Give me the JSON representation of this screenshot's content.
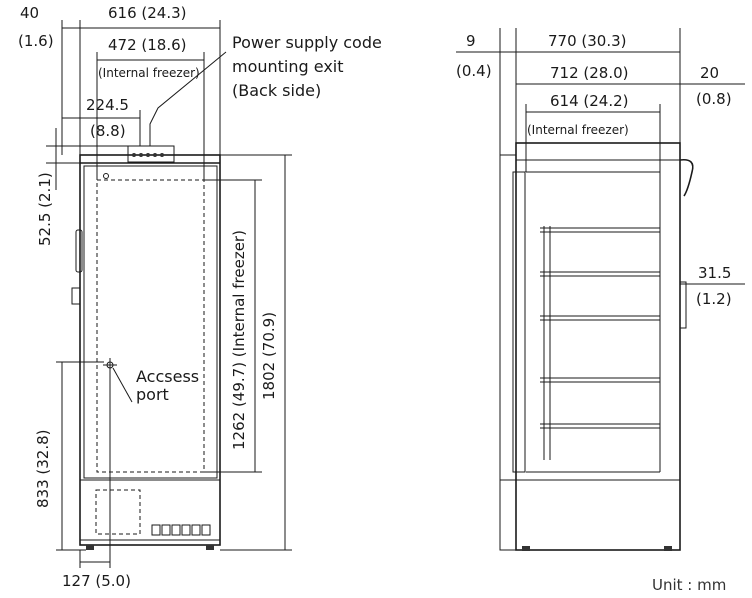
{
  "front_view": {
    "width_40": "40",
    "width_40_in": "(1.6)",
    "width_616": "616 (24.3)",
    "width_472": "472 (18.6)",
    "width_472_note": "(Internal freezer)",
    "width_224": "224.5",
    "width_224_in": "(8.8)",
    "height_52": "52.5 (2.1)",
    "height_1262": "1262 (49.7) (Internal freezer)",
    "height_1802": "1802 (70.9)",
    "height_833": "833 (32.8)",
    "bottom_127": "127 (5.0)"
  },
  "callouts": {
    "power_line1": "Power supply code",
    "power_line2": "mounting exit",
    "power_line3": "(Back side)",
    "access_line1": "Accsess",
    "access_line2": "port"
  },
  "side_view": {
    "depth_9": "9",
    "depth_9_in": "(0.4)",
    "depth_770": "770 (30.3)",
    "depth_712": "712 (28.0)",
    "depth_20": "20",
    "depth_20_in": "(0.8)",
    "depth_614": "614 (24.2)",
    "depth_614_note": "(Internal freezer)",
    "side_31": "31.5",
    "side_31_in": "(1.2)"
  },
  "unit_label": "Unit : mm"
}
